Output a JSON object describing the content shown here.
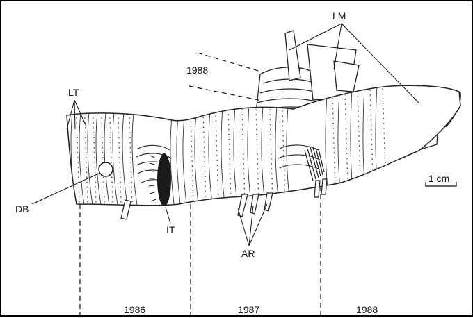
{
  "labels": {
    "lm": "LM",
    "lt": "LT",
    "db": "DB",
    "it": "IT",
    "ar": "AR"
  },
  "year_top": "1988",
  "years_bottom": [
    "1986",
    "1987",
    "1988"
  ],
  "scale_bar": "1 cm"
}
